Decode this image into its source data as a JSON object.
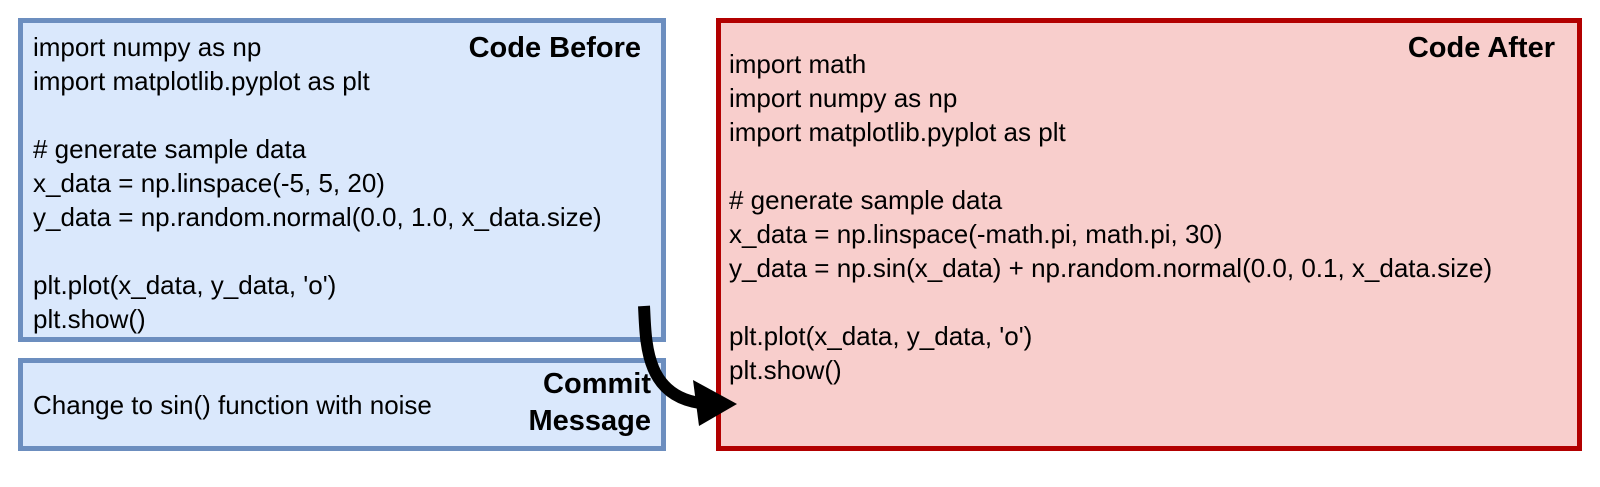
{
  "code_before": {
    "title": "Code Before",
    "code": "import numpy as np\nimport matplotlib.pyplot as plt\n\n# generate sample data\nx_data = np.linspace(-5, 5, 20)\ny_data = np.random.normal(0.0, 1.0, x_data.size)\n\nplt.plot(x_data, y_data, 'o')\nplt.show()"
  },
  "commit": {
    "title": "Commit\nMessage",
    "message": "Change to sin() function with noise"
  },
  "code_after": {
    "title": "Code After",
    "code": "import math\nimport numpy as np\nimport matplotlib.pyplot as plt\n\n# generate sample data\nx_data = np.linspace(-math.pi, math.pi, 30)\ny_data = np.sin(x_data) + np.random.normal(0.0, 0.1, x_data.size)\n\nplt.plot(x_data, y_data, 'o')\nplt.show()"
  },
  "colors": {
    "before_fill": "#dae8fc",
    "before_border": "#6c8ebf",
    "after_fill": "#f8cecc",
    "after_border": "#b20000",
    "arrow": "#000000"
  }
}
